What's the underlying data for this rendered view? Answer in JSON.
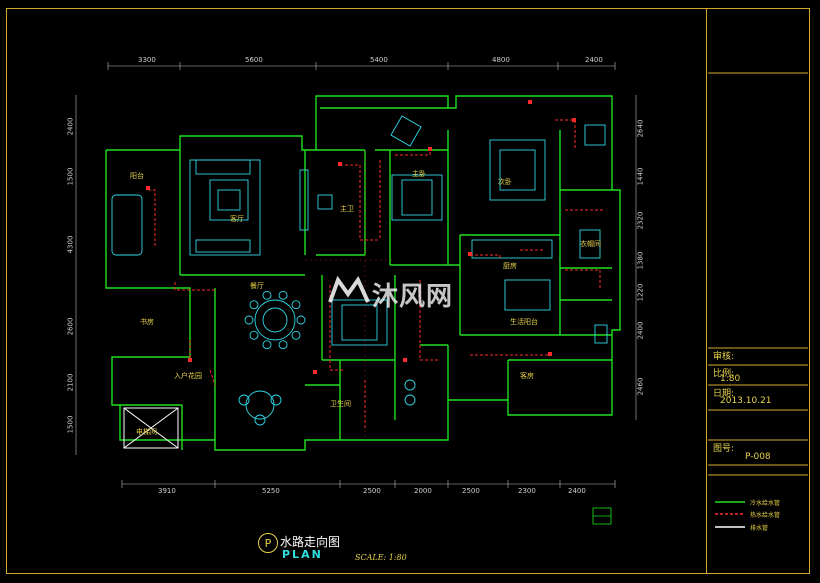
{
  "colors": {
    "frame": "#d4a72c",
    "wall": "#20e020",
    "furniture": "#30d8e8",
    "pipe": "#ff2a2a",
    "text": "#e6d24a",
    "dimension": "#cfcfcf"
  },
  "dims_top": [
    "3300",
    "5600",
    "5400",
    "4800",
    "2400"
  ],
  "dims_bottom": [
    "3910",
    "5250",
    "2500",
    "2000",
    "2500",
    "2300",
    "2400"
  ],
  "dims_left": [
    "2400",
    "1500",
    "4300",
    "2600",
    "2100",
    "1500"
  ],
  "dims_right": [
    "2640",
    "1440",
    "2320",
    "1380",
    "1220",
    "2400",
    "2460"
  ],
  "room_labels": [
    "阳台",
    "客厅",
    "主卫",
    "主卧",
    "次卧",
    "餐厅",
    "书房",
    "厨房",
    "生活阳台",
    "入户花园",
    "卫生间",
    "客房",
    "电梯间",
    "衣帽间"
  ],
  "titleblock": {
    "fields": [
      {
        "label": "审核:",
        "value": ""
      },
      {
        "label": "比例:",
        "value": "1:80"
      },
      {
        "label": "日期:",
        "value": "2013.10.21"
      },
      {
        "label": "图号:",
        "value": "P-008"
      }
    ],
    "legend": [
      "冷水给水管",
      "热水给水管",
      "排水管"
    ]
  },
  "plan": {
    "badge": "P",
    "title_cn": "水路走向图",
    "title_en": "PLAN",
    "scale": "SCALE: 1:80"
  },
  "watermark": "沐风网"
}
